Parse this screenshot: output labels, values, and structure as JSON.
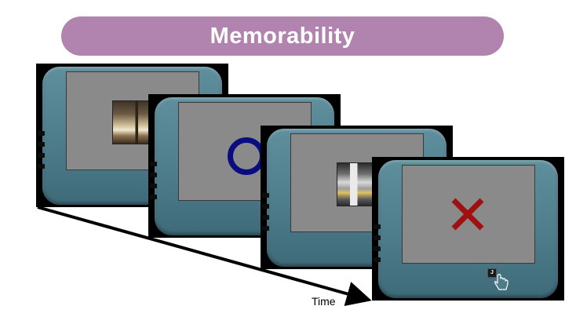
{
  "title": "Memorability",
  "colors": {
    "title_pill": "#b184b0",
    "device_body": "#4d7c8a",
    "screen": "#8a8a8a",
    "circle": "#0a0d82",
    "cross": "#a01010"
  },
  "frames": [
    {
      "content": "image-scene"
    },
    {
      "content": "circle-icon"
    },
    {
      "content": "image-scene"
    },
    {
      "content": "cross-icon",
      "key": "J"
    }
  ],
  "axis": {
    "label": "Time"
  }
}
